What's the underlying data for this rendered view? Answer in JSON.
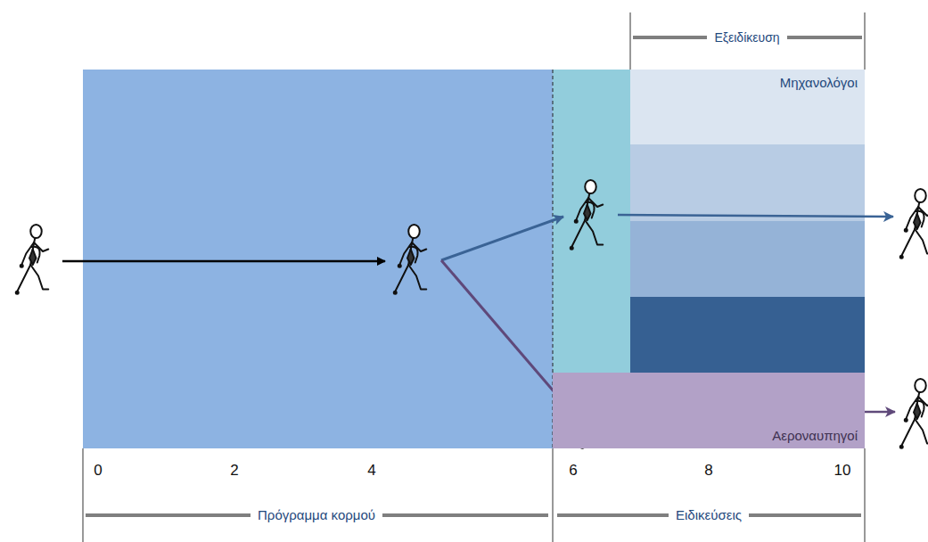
{
  "diagram": {
    "nodes": [
      {
        "text": [
          "Μηχανολόγοι"
        ]
      },
      {
        "text": [
          "Αεροναυπηγοί"
        ]
      }
    ],
    "labels": [
      "Εξειδίκευση",
      "0",
      "2",
      "4",
      "6",
      "8",
      "10",
      "Πρόγραμμα κορμού",
      "Ειδικεύσεις"
    ]
  }
}
